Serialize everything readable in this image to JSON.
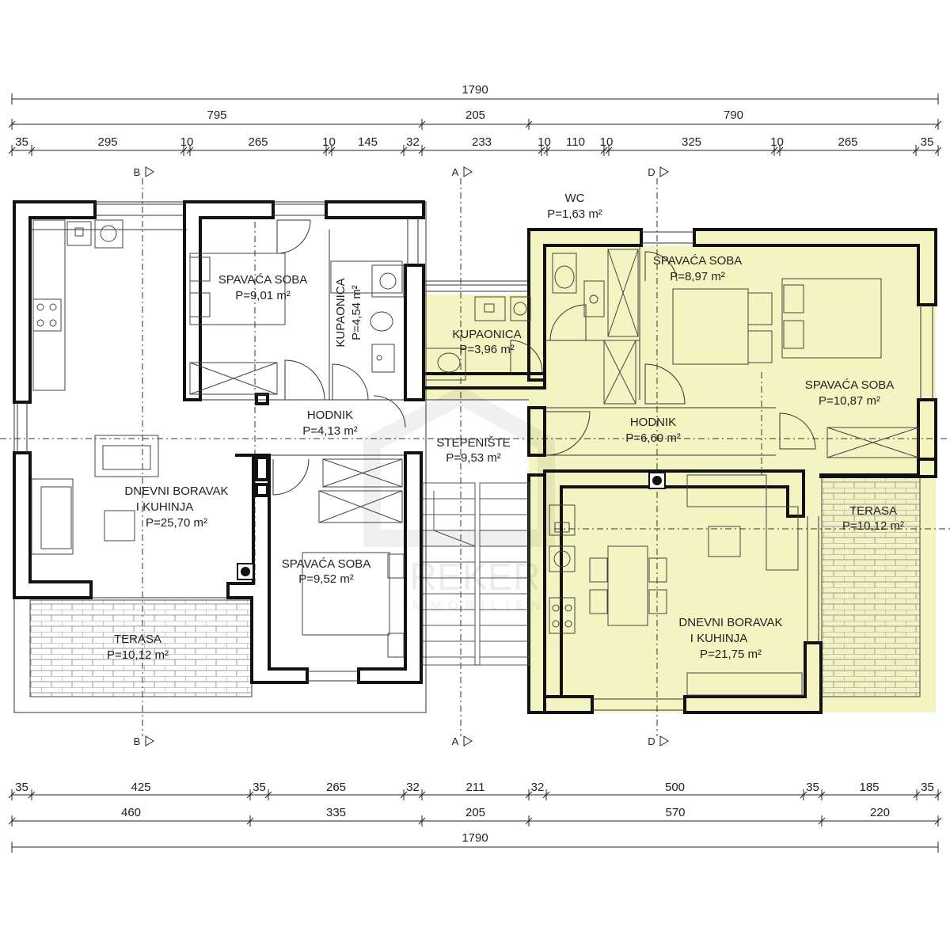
{
  "dimensions": {
    "top_total": "1790",
    "top_mid": [
      "795",
      "205",
      "790"
    ],
    "top_detail": [
      "35",
      "295",
      "10",
      "265",
      "10",
      "145",
      "32",
      "233",
      "10",
      "110",
      "10",
      "325",
      "10",
      "265",
      "35"
    ],
    "bottom_detail": [
      "35",
      "425",
      "35",
      "265",
      "32",
      "211",
      "32",
      "500",
      "35",
      "185",
      "35"
    ],
    "bottom_mid": [
      "460",
      "335",
      "205",
      "570",
      "220"
    ],
    "bottom_total": "1790"
  },
  "sections": {
    "b": "B",
    "a": "A",
    "d": "D"
  },
  "rooms": {
    "wc": {
      "name": "WC",
      "area": "P=1,63 m²"
    },
    "bed1": {
      "name": "SPAVAĆA SOBA",
      "area": "P=9,01 m²"
    },
    "kup1": {
      "name": "KUPAONICA",
      "area": "P=4,54 m²"
    },
    "kup2": {
      "name": "KUPAONICA",
      "area": "P=3,96 m²"
    },
    "hod1": {
      "name": "HODNIK",
      "area": "P=4,13 m²"
    },
    "stair": {
      "name": "STEPENIŠTE",
      "area": "P=9,53 m²"
    },
    "living1": {
      "name1": "DNEVNI BORAVAK",
      "name2": "I KUHINJA",
      "area": "P=25,70 m²"
    },
    "bed2": {
      "name": "SPAVAĆA SOBA",
      "area": "P=9,52 m²"
    },
    "terasa1": {
      "name": "TERASA",
      "area": "P=10,12 m²"
    },
    "bed3": {
      "name": "SPAVAĆA SOBA",
      "area": "P=8,97 m²"
    },
    "bed4": {
      "name": "SPAVAĆA SOBA",
      "area": "P=10,87 m²"
    },
    "hod2": {
      "name": "HODNIK",
      "area": "P=6,60 m²"
    },
    "terasa2": {
      "name": "TERASA",
      "area": "P=10,12 m²"
    },
    "living2": {
      "name1": "DNEVNI BORAVAK",
      "name2": "I KUHINJA",
      "area": "P=21,75 m²"
    }
  },
  "watermark": {
    "brand": "REKER",
    "sub": "IMMOBILIEN"
  },
  "colors": {
    "apartment_highlight": "#f5f5c4",
    "wall": "#111111",
    "terrace_tile": "#a9a9a9"
  }
}
